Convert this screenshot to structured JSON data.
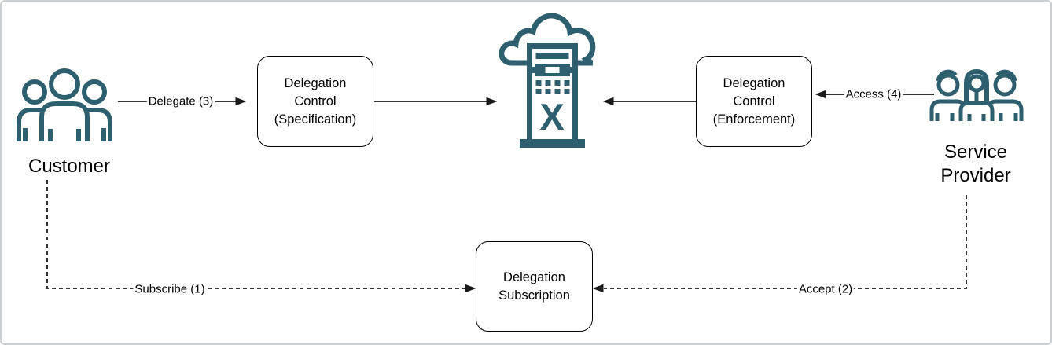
{
  "diagram": {
    "colors": {
      "accent_teal": "#2d5f6e",
      "line_black": "#1a1a1a",
      "frame_border": "#cccfd2",
      "background": "#ffffff"
    },
    "actors": {
      "customer": {
        "label": "Customer",
        "icon": "customer-group-icon"
      },
      "service_provider": {
        "label_line1": "Service",
        "label_line2": "Provider",
        "icon": "service-provider-group-icon"
      }
    },
    "nodes": {
      "specification": {
        "lines": [
          "Delegation",
          "Control",
          "(Specification)"
        ]
      },
      "enforcement": {
        "lines": [
          "Delegation",
          "Control",
          "(Enforcement)"
        ]
      },
      "subscription": {
        "lines": [
          "Delegation",
          "Subscription"
        ]
      },
      "cloud_server": {
        "icon": "cloud-server-icon",
        "letter": "X"
      }
    },
    "edges": {
      "delegate": {
        "label": "Delegate (3)",
        "style": "solid",
        "from": "customer",
        "to": "specification"
      },
      "access": {
        "label": "Access (4)",
        "style": "solid",
        "from": "service_provider",
        "to": "enforcement"
      },
      "subscribe": {
        "label": "Subscribe (1)",
        "style": "dashed",
        "from": "customer",
        "to": "subscription"
      },
      "accept": {
        "label": "Accept (2)",
        "style": "dashed",
        "from": "service_provider",
        "to": "subscription"
      },
      "specification_to_cloud": {
        "label": "",
        "style": "solid",
        "from": "specification",
        "to": "cloud_server"
      },
      "enforcement_to_cloud": {
        "label": "",
        "style": "solid",
        "from": "enforcement",
        "to": "cloud_server"
      }
    }
  }
}
